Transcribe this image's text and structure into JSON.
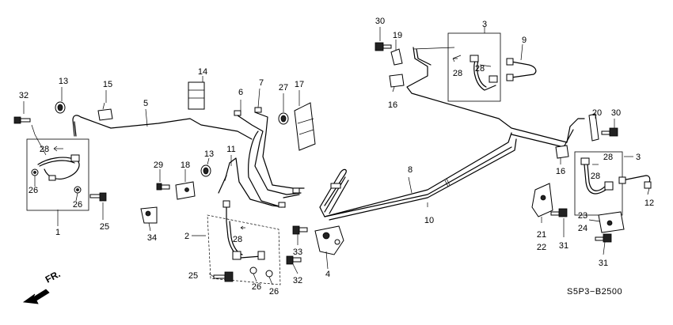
{
  "diagram": {
    "code": "S5P3−B2500",
    "direction_label": "FR.",
    "callouts": {
      "c1": "1",
      "c2": "2",
      "c3a": "3",
      "c3b": "3",
      "c4": "4",
      "c5": "5",
      "c6": "6",
      "c7": "7",
      "c8": "8",
      "c9": "9",
      "c10": "10",
      "c11": "11",
      "c12": "12",
      "c13a": "13",
      "c13b": "13",
      "c14": "14",
      "c15": "15",
      "c16a": "16",
      "c16b": "16",
      "c17": "17",
      "c18": "18",
      "c19": "19",
      "c20": "20",
      "c21": "21",
      "c22": "22",
      "c23": "23",
      "c24": "24",
      "c25a": "25",
      "c25b": "25",
      "c26a": "26",
      "c26b": "26",
      "c26c": "26",
      "c26d": "26",
      "c27": "27",
      "c28a": "28",
      "c28b": "28",
      "c28c": "28",
      "c28d": "28",
      "c28e": "28",
      "c29": "29",
      "c30a": "30",
      "c30b": "30",
      "c31a": "31",
      "c31b": "31",
      "c32a": "32",
      "c32b": "32",
      "c33": "33",
      "c34": "34"
    }
  }
}
